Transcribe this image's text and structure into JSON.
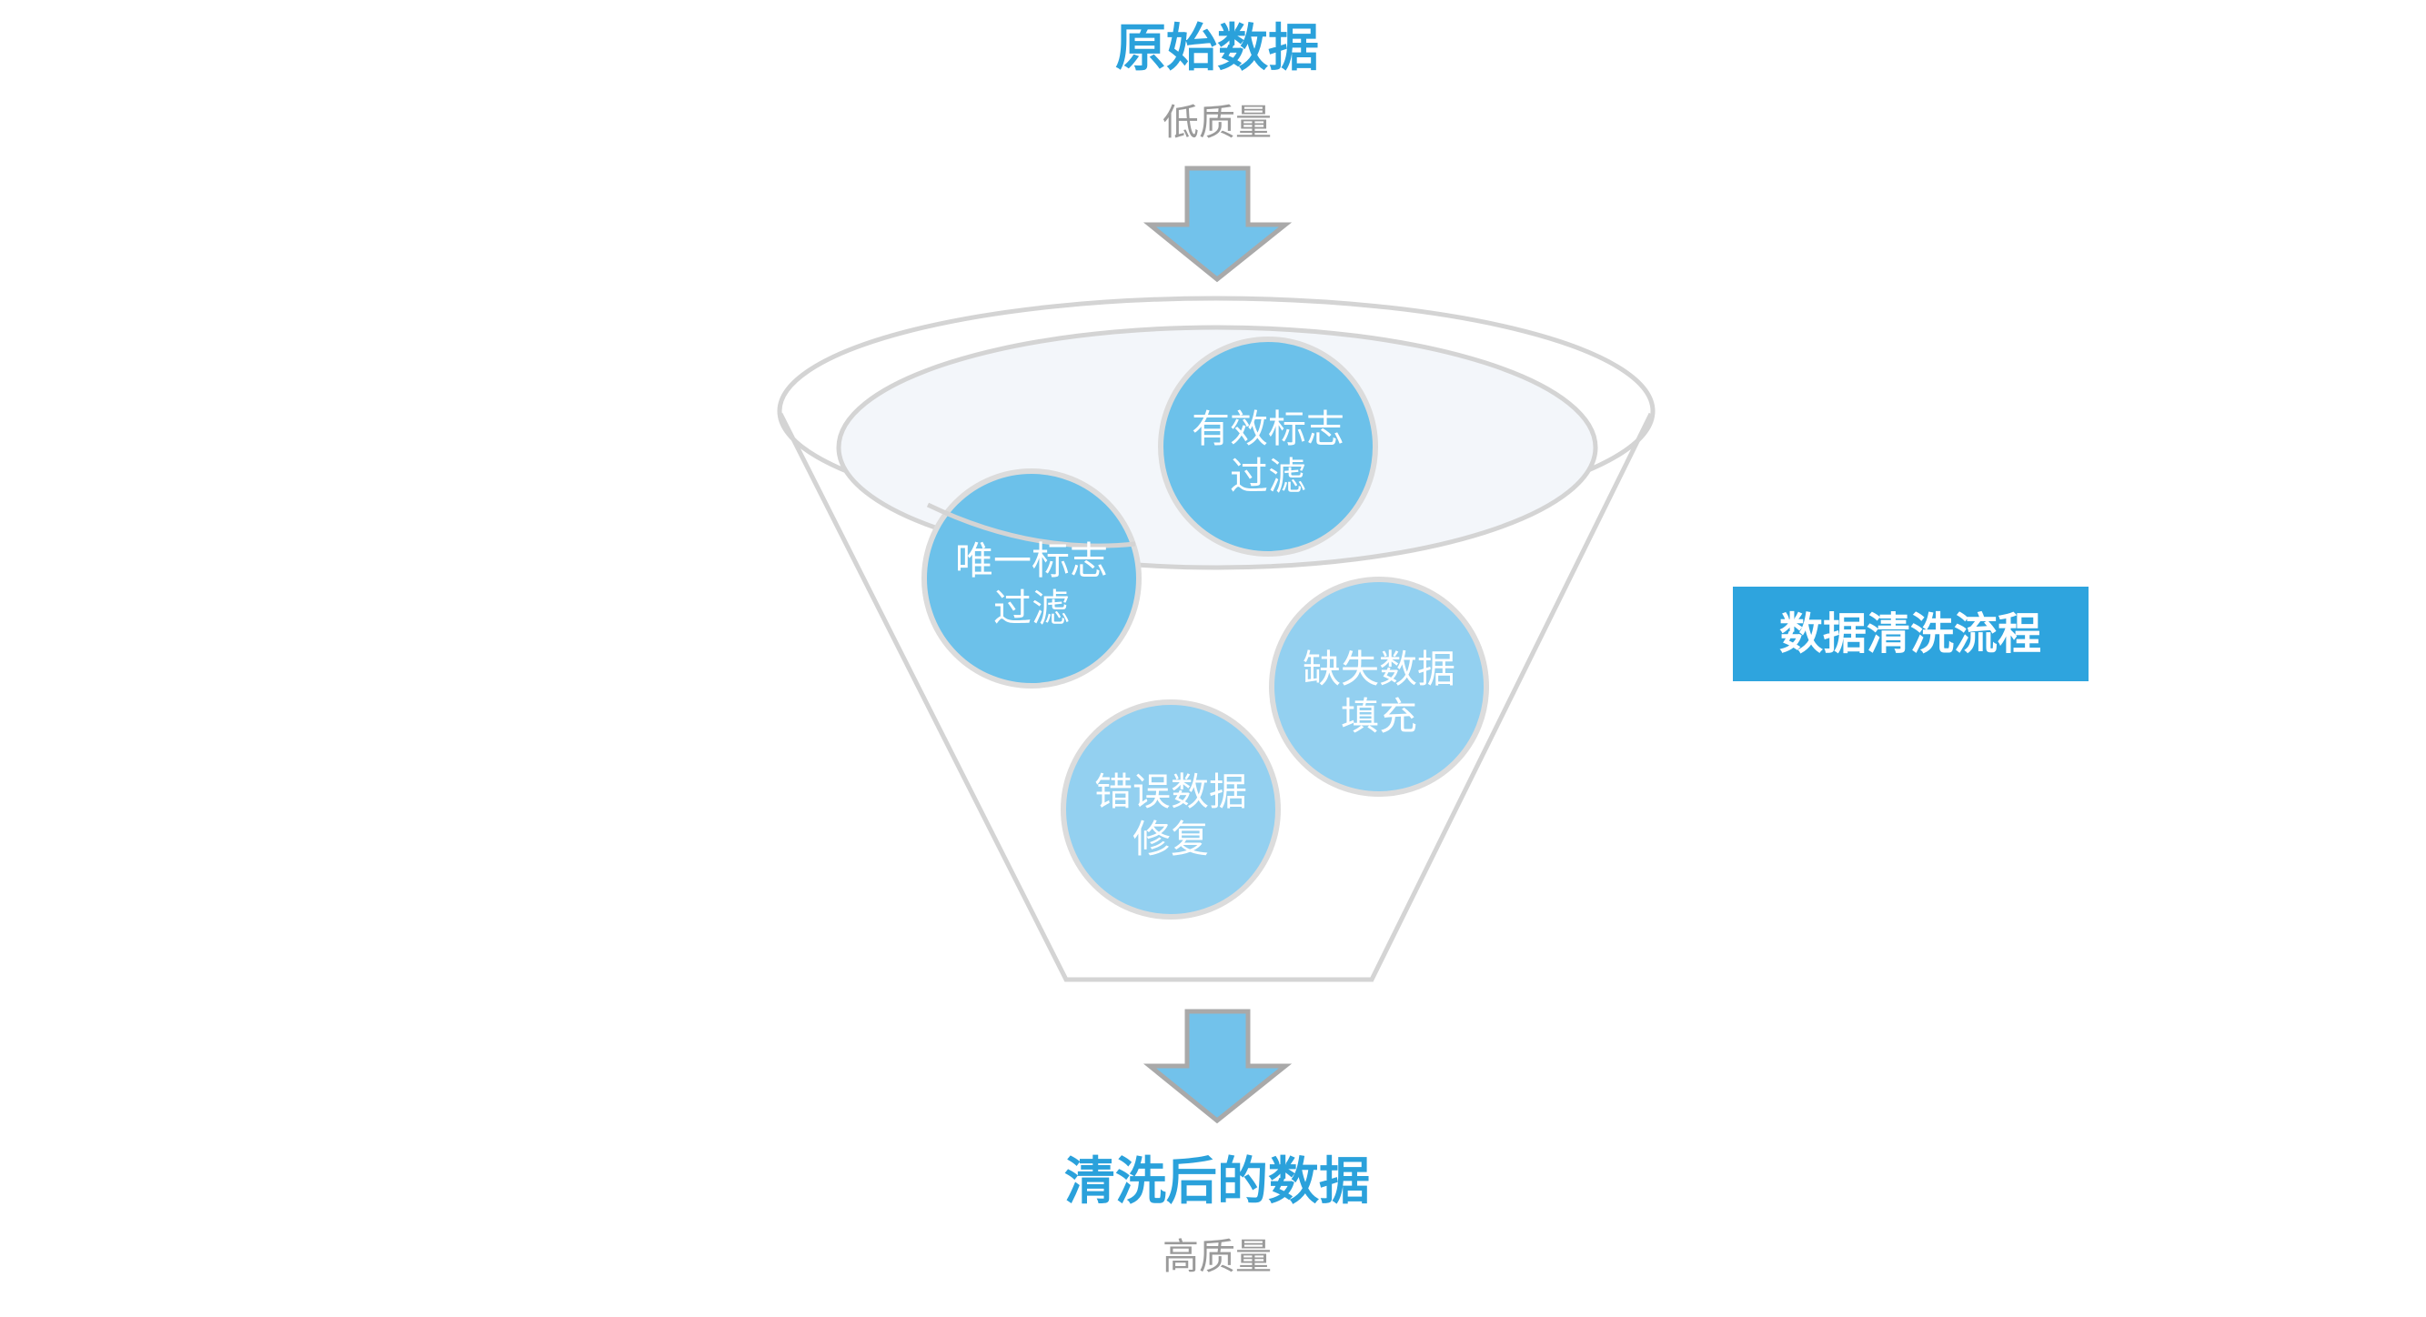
{
  "input": {
    "title": "原始数据",
    "subtitle": "低质量"
  },
  "output": {
    "title": "清洗后的数据",
    "subtitle": "高质量"
  },
  "process_label": "数据清洗流程",
  "steps": [
    {
      "line1": "有效标志",
      "line2": "过滤"
    },
    {
      "line1": "唯一标志",
      "line2": "过滤"
    },
    {
      "line1": "缺失数据",
      "line2": "填充"
    },
    {
      "line1": "错误数据",
      "line2": "修复"
    }
  ],
  "colors": {
    "title_blue": "#2aa1db",
    "subtitle_gray": "#9a9a9a",
    "arrow_fill": "#72c2eb",
    "arrow_stroke": "#a9a9a9",
    "ball_dark": "#6cc1ea",
    "ball_light": "#93d0f0",
    "ball_stroke": "#dcdcdc",
    "funnel_stroke": "#d4d4d4",
    "label_bg": "#2ea4de",
    "label_text": "#ffffff"
  }
}
